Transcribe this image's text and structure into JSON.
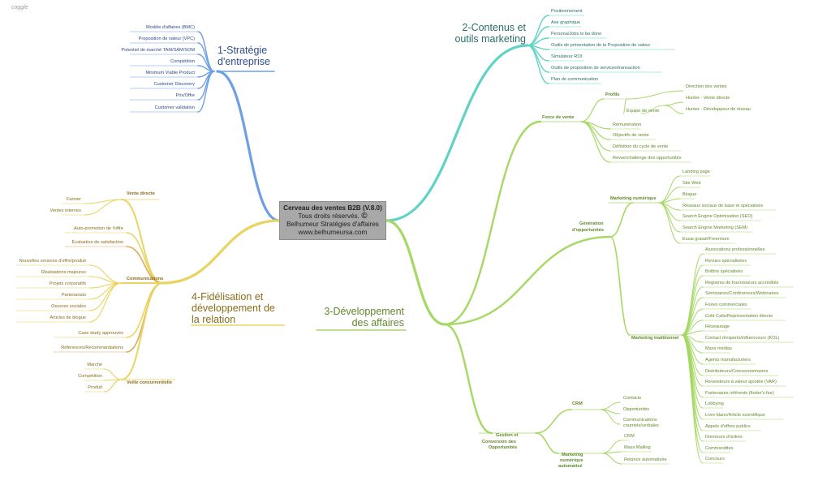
{
  "app": {
    "logo": "coggle"
  },
  "colors": {
    "strategy": "#6e9fe5",
    "content": "#5fd3c4",
    "dev": "#a5d865",
    "fid": "#e9d460",
    "fid_alt": "#dfa85a",
    "text_strategy": "#2f4b8c",
    "text_content": "#2a6e6a",
    "text_dev": "#5f8a2a",
    "text_fid": "#8a6d1a"
  },
  "root": {
    "title": "Cerveau des ventes B2B (V.8.0)",
    "line2": "Tous droits réservés.",
    "copyright": "©",
    "line3": "Belhumeur Stratégies d'affaires",
    "line4": "www.belhumeursa.com"
  },
  "branches": {
    "strategy": {
      "title_l1": "1-Stratégie",
      "title_l2": "d'entreprise",
      "items": [
        "Modèle d'affaires (BMC)",
        "Proposition de valeur (VPC)",
        "Potentiel de marché TAM/SAM/SOM",
        "Compétition",
        "Minimum Viable Product",
        "Customer Discovery",
        "Prix/Offre",
        "Customer validation"
      ]
    },
    "content": {
      "title_l1": "2-Contenus et",
      "title_l2": "outils marketing",
      "items": [
        "Positionnement",
        "Axe graphique",
        "Persona/Jobs to be done",
        "Outils de présentation de la Proposition de valeur",
        "Simulateur ROI",
        "Outils de proposition de services/transaction",
        "Plan de communication"
      ]
    },
    "dev": {
      "title_l1": "3-Développement",
      "title_l2": "des affaires",
      "force": {
        "label": "Force de vente",
        "profils": "Profils",
        "equipe": "Équipe de vente",
        "profil_items": [
          "Direction des ventes",
          "Hunter - Vente directe",
          "Hunter - Développeur de réseau"
        ],
        "items": [
          "Rémunération",
          "Objectifs de vente",
          "Définition du cycle de vente",
          "Revue/challenge des opportunités"
        ]
      },
      "generation": {
        "label_l1": "Génération",
        "label_l2": "d'opportunités",
        "numerique": {
          "label": "Marketing numérique",
          "items": [
            "Landing page",
            "Site Web",
            "Blogue",
            "Réseaux sociaux de base et spécialisés",
            "Search Engine Optimisation (SEO)",
            "Search Engine Marketing (SEM)",
            "Essai gratuit/Freemium"
          ]
        },
        "traditionnel": {
          "label": "Marketing traditionnel",
          "items": [
            "Associations professionnelles",
            "Revues spécialisées",
            "Bottins spécialisés",
            "Registres de fournisseurs accrédités",
            "Séminaires/Conférences/Webinaires",
            "Foires commerciales",
            "Cold Calls/Représentation directe",
            "Réseautage",
            "Contact d'experts/influenceurs (KOL)",
            "Mass médias",
            "Agents manufacturiers",
            "Distributeurs/Concessionnaires",
            "Revendeurs à valeur ajoutée (VAR)",
            "Partenaires référents (finder's fee)",
            "Lobbying",
            "Livre blanc/Article scientifique",
            "Appels d'offres publics",
            "Donneurs d'ordres",
            "Commandites",
            "Concours"
          ]
        }
      },
      "gestion": {
        "label_l1": "Gestion et",
        "label_l2": "Conversion des",
        "label_l3": "Opportunités",
        "crm": {
          "label": "CRM",
          "items": [
            "Contacts",
            "Opportunités",
            "Communications courriels/verbales"
          ]
        },
        "auto": {
          "label_l1": "Marketing",
          "label_l2": "numérique",
          "label_l3": "automatisé",
          "items": [
            "CRM",
            "Mass Mailing",
            "Relance automatisée"
          ]
        }
      }
    },
    "fid": {
      "title_l1": "4-Fidélisation et",
      "title_l2": "développement de",
      "title_l3": "la relation",
      "vente_directe": {
        "label": "Vente directe",
        "items": [
          "Farmer",
          "Ventes internes"
        ]
      },
      "singles_top": [
        "Auto-promotion de l'offre",
        "Évaluation de satisfaction"
      ],
      "communications": {
        "label": "Communications",
        "items": [
          "Nouvelles versions d'offre/produit",
          "Réalisations majeures",
          "Projets corporatifs",
          "Partenariats",
          "Oeuvres sociales",
          "Articles de blogue"
        ]
      },
      "singles_bottom": [
        "Case study approuvés",
        "Références/Recommandations"
      ],
      "veille": {
        "label": "Veille concurrentielle",
        "items": [
          "Marché",
          "Compétition",
          "Produit"
        ]
      }
    }
  }
}
